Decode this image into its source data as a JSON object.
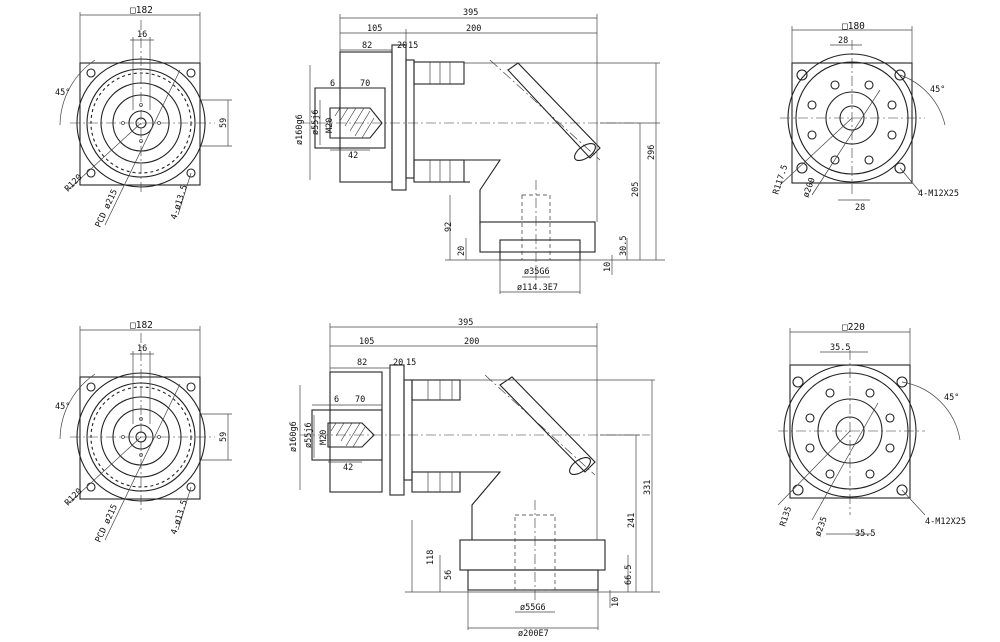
{
  "top_row": {
    "flange_view": {
      "square": "□182",
      "key_width": "16",
      "angle": "45°",
      "height": "59",
      "radius": "R120",
      "pcd": "PCD ø215",
      "holes": "4-ø13.5"
    },
    "side_view": {
      "overall_length": "395",
      "len_105": "105",
      "len_200": "200",
      "len_82": "82",
      "len_20": "20",
      "len_15": "15",
      "len_6": "6",
      "len_70": "70",
      "len_42": "42",
      "pilot_dia": "ø160g6",
      "shaft_dia": "ø55j6",
      "thread": "M20",
      "h_296": "296",
      "h_205": "205",
      "h_92": "92",
      "h_20": "20",
      "h_30_5": "30.5",
      "h_10": "10",
      "out_shaft": "ø35G6",
      "out_pilot": "ø114.3E7"
    },
    "output_view": {
      "square": "□180",
      "key_width": "28",
      "angle": "45°",
      "radius": "R117.5",
      "pcd": "ø200",
      "key_bottom": "28",
      "holes": "4-M12X25"
    }
  },
  "bottom_row": {
    "flange_view": {
      "square": "□182",
      "key_width": "16",
      "angle": "45°",
      "height": "59",
      "radius": "R120",
      "pcd": "PCD ø215",
      "holes": "4-ø13.5"
    },
    "side_view": {
      "overall_length": "395",
      "len_105": "105",
      "len_200": "200",
      "len_82": "82",
      "len_20": "20",
      "len_15": "15",
      "len_6": "6",
      "len_70": "70",
      "len_42": "42",
      "pilot_dia": "ø160g6",
      "shaft_dia": "ø55j6",
      "thread": "M20",
      "h_331": "331",
      "h_241": "241",
      "h_118": "118",
      "h_56": "56",
      "h_66_5": "66.5",
      "h_10": "10",
      "out_shaft": "ø55G6",
      "out_pilot": "ø200E7"
    },
    "output_view": {
      "square": "□220",
      "key_width": "35.5",
      "angle": "45°",
      "radius": "R135",
      "pcd": "ø235",
      "key_bottom": "35.5",
      "holes": "4-M12X25"
    }
  }
}
